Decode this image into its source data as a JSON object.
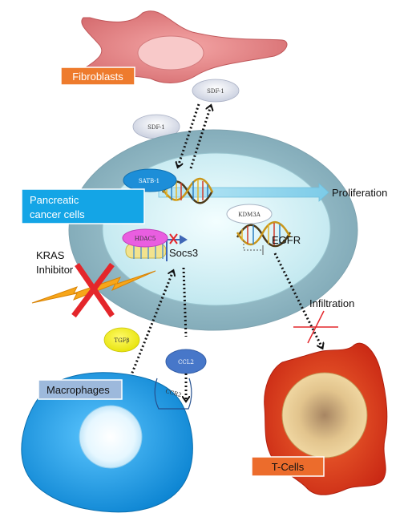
{
  "labels": {
    "fibroblasts": "Fibroblasts",
    "sdf1_top": "SDF-1",
    "sdf1_left": "SDF-1",
    "pancreatic_line1": "Pancreatic",
    "pancreatic_line2": "cancer cells",
    "satb1": "SATB-1",
    "proliferation": "Proliferation",
    "kdm3a": "KDM3A",
    "egfr": "EGFR",
    "hdac5": "HDAC5",
    "socs3": "Socs3",
    "kras_line1": "KRAS",
    "kras_line2": "Inhibitor",
    "infiltration": "Infiltration",
    "tgfb": "TGFβ",
    "ccl2": "CCL2",
    "ccr2": "CCR2",
    "macrophages": "Macrophages",
    "tcells": "T-Cells"
  },
  "colors": {
    "fibroblast_cell": "#e8888a",
    "fibroblast_nucleus": "#f7c7c7",
    "fibroblast_label_bg": "#ee7b2d",
    "outer_membrane": "#8fb8c4",
    "inner_cytoplasm": "#d8f3f7",
    "pancreatic_label_bg": "#14a5e6",
    "satb1_oval": "#1d8ed8",
    "hdac5_oval": "#e95ee0",
    "kdm3a_oval": "#ffffff",
    "sdf1_oval": "#dfe3ee",
    "tgfb_oval": "#f7f51b",
    "ccl2_oval": "#4777c9",
    "macrophage_cell": "#1d9ee8",
    "macrophage_label_bg": "#9db9dc",
    "tcell_outer": "#e53b1f",
    "tcell_nucleus": "#d7b37d",
    "tcell_label_bg": "#ec6c2c",
    "inhibitor_x": "#e4262b",
    "lightning": "#f7a619"
  }
}
